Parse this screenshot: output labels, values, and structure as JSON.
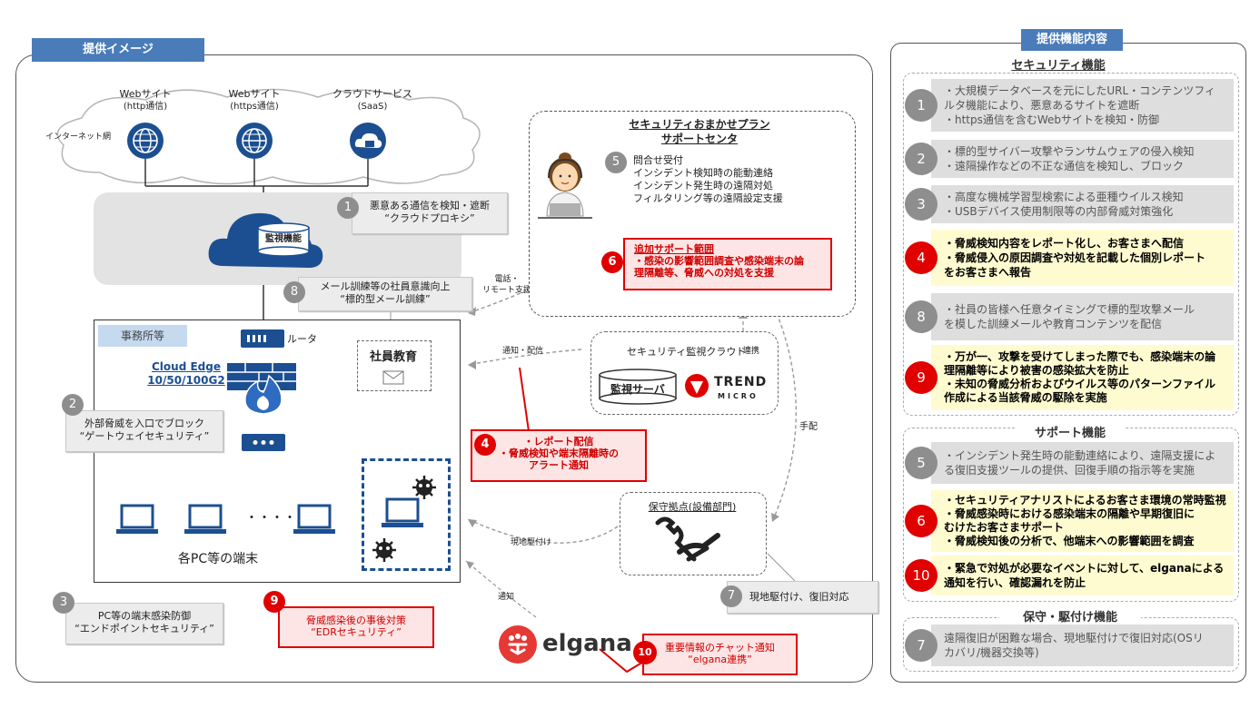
{
  "left": {
    "tab_title": "提供イメージ",
    "internet_label": "インターネット網",
    "sites": [
      {
        "title": "Webサイト",
        "sub": "(http通信)"
      },
      {
        "title": "Webサイト",
        "sub": "(https通信)"
      },
      {
        "title": "クラウドサービス",
        "sub": "(SaaS)"
      }
    ],
    "monitor_label": "監視機能",
    "callout1": {
      "num": "1",
      "line1": "悪意ある通信を検知・遮断",
      "line2": "“クラウドプロキシ”"
    },
    "callout8": {
      "num": "8",
      "line1": "メール訓練等の社員意識向上",
      "line2": "“標的型メール訓練”"
    },
    "office_label": "事務所等",
    "router_label": "ルータ",
    "cloud_edge": {
      "line1": "Cloud Edge",
      "line2": "10/50/100G2"
    },
    "education_label": "社員教育",
    "callout2": {
      "num": "2",
      "line1": "外部脅威を入口でブロック",
      "line2": "“ゲートウェイセキュリティ”"
    },
    "dots": "・・・・",
    "pc_label": "各PC等の端末",
    "callout3": {
      "num": "3",
      "line1": "PC等の端末感染防御",
      "line2": "“エンドポイントセキュリティ”"
    },
    "callout9": {
      "num": "9",
      "line1": "脅威感染後の事後対策",
      "line2": "“EDRセキュリティ”"
    },
    "callout4": {
      "num": "4",
      "line1": "・レポート配信",
      "line2": "・脅威検知や端末隔離時の",
      "line3": "アラート通知"
    },
    "support_center": {
      "title1": "セキュリティおまかせプラン",
      "title2": "サポートセンタ",
      "num5": "5",
      "items": [
        "問合せ受付",
        "インシデント検知時の能動連絡",
        "インシデント発生時の遠隔対処",
        "フィルタリング等の遠隔設定支援"
      ],
      "extra": {
        "num": "6",
        "line1": "追加サポート範囲",
        "line2": "・感染の影響範囲調査や感染端末の論",
        "line3": "理隔離等、脅威への対処を支援"
      }
    },
    "phone_label1": "電話・",
    "phone_label2": "リモート支援",
    "notice_label": "通知・配信",
    "monitor_cloud": {
      "title": "セキュリティ監視クラウド",
      "link": "連携",
      "server": "監視サーバ",
      "trend1": "TREND",
      "trend2": "MICRO"
    },
    "arrange_label": "手配",
    "maintenance": {
      "title": "保守拠点(設備部門)"
    },
    "field_label": "現地駆付け",
    "notify_label": "通知",
    "callout7": {
      "num": "7",
      "text": "現地駆付け、復旧対応"
    },
    "elgana": {
      "name": "elgana"
    },
    "callout10": {
      "num": "10",
      "line1": "重要情報のチャット通知",
      "line2": "“elgana連携”"
    }
  },
  "right": {
    "tab_title": "提供機能内容",
    "security_head": "セキュリティ機能",
    "security_items": [
      {
        "num": "1",
        "style": "gray",
        "lines": [
          "・大規模データベースを元にしたURL・コンテンツフィ",
          "ルタ機能により、悪意あるサイトを遮断",
          "・https通信を含むWebサイトを検知・防御"
        ]
      },
      {
        "num": "2",
        "style": "gray",
        "lines": [
          "・標的型サイバー攻撃やランサムウェアの侵入検知",
          "・遠隔操作などの不正な通信を検知し、ブロック"
        ]
      },
      {
        "num": "3",
        "style": "gray",
        "lines": [
          "・高度な機械学習型検索による亜種ウイルス検知",
          "・USBデバイス使用制限等の内部脅威対策強化"
        ]
      },
      {
        "num": "4",
        "style": "yellow",
        "lines": [
          "・脅威検知内容をレポート化し、お客さまへ配信",
          "・脅威侵入の原因調査や対処を記載した個別レポート",
          "をお客さまへ報告"
        ]
      },
      {
        "num": "8",
        "style": "gray",
        "lines": [
          "・社員の皆様へ任意タイミングで標的型攻撃メール",
          "を模した訓練メールや教育コンテンツを配信"
        ]
      },
      {
        "num": "9",
        "style": "yellow",
        "lines": [
          "・万が一、攻撃を受けてしまった際でも、感染端末の論",
          "理隔離等により被害の感染拡大を防止",
          "・未知の脅威分析およびウイルス等のパターンファイル",
          "作成による当該脅威の駆除を実施"
        ]
      }
    ],
    "support_head": "サポート機能",
    "support_items": [
      {
        "num": "5",
        "style": "gray",
        "lines": [
          "・インシデント発生時の能動連絡により、遠隔支援によ",
          "る復旧支援ツールの提供、回復手順の指示等を実施"
        ]
      },
      {
        "num": "6",
        "style": "yellow",
        "lines": [
          "・セキュリティアナリストによるお客さま環境の常時監視",
          "・脅威感染時における感染端末の隔離や早期復旧に",
          "むけたお客さまサポート",
          "・脅威検知後の分析で、他端末への影響範囲を調査"
        ]
      },
      {
        "num": "10",
        "style": "yellow",
        "lines": [
          "・緊急で対処が必要なイベントに対して、elganaによる",
          "通知を行い、確認漏れを防止"
        ]
      }
    ],
    "maint_head": "保守・駆付け機能",
    "maint_items": [
      {
        "num": "7",
        "style": "gray",
        "lines": [
          "遠隔復旧が困難な場合、現地駆付けで復旧対応(OSリ",
          "カバリ/機器交換等)"
        ]
      }
    ]
  },
  "colors": {
    "accent_blue": "#1c4f91",
    "tab_blue": "#4a7cb9",
    "alert_red": "#e00000",
    "highlight_yellow": "#fffbd0"
  }
}
